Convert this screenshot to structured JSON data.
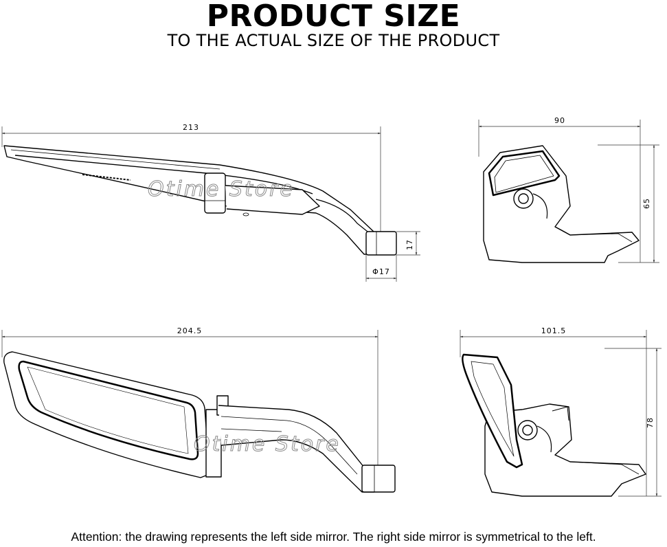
{
  "header": {
    "title": "PRODUCT SIZE",
    "subtitle": "TO THE ACTUAL SIZE OF THE PRODUCT"
  },
  "views": {
    "side_view": {
      "length": "213",
      "mount_height": "17",
      "mount_diameter": "Φ17"
    },
    "rear_view": {
      "width": "90",
      "height": "65"
    },
    "top_view": {
      "length": "204.5"
    },
    "angled_view": {
      "width": "101.5",
      "height": "78"
    }
  },
  "watermark": "Otime Store",
  "footer": {
    "note": "Attention: the drawing represents the left side mirror. The right side mirror is symmetrical to the left."
  },
  "colors": {
    "line": "#000000",
    "dimension_line": "#333333",
    "watermark": "#8a8a8a",
    "background": "#ffffff"
  }
}
